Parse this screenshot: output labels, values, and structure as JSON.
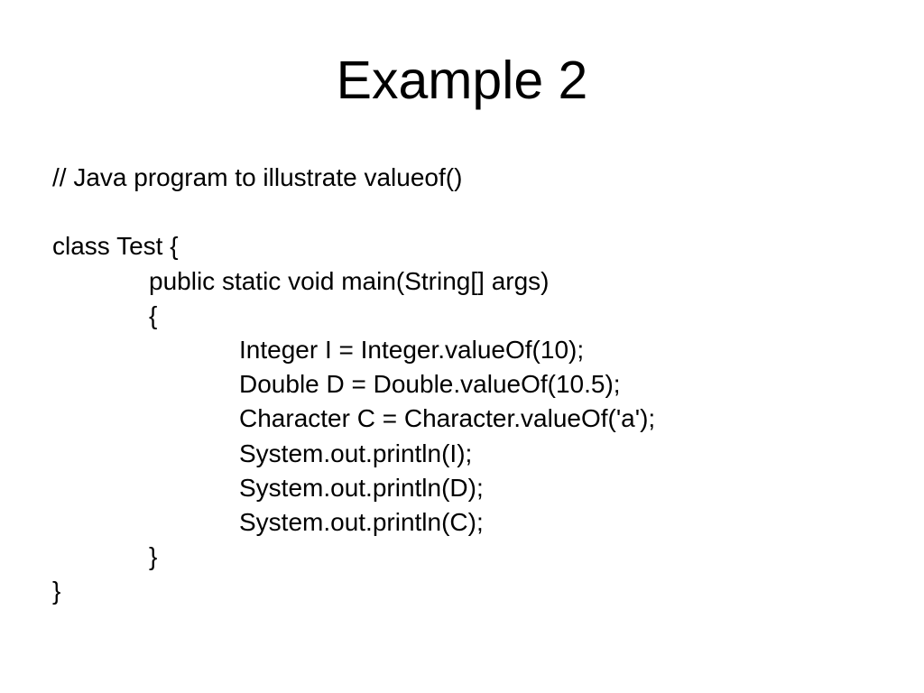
{
  "slide": {
    "title": "Example 2",
    "background_color": "#ffffff",
    "text_color": "#000000"
  },
  "code": {
    "language": "java",
    "lines": [
      {
        "indent": 0,
        "text": "// Java program to illustrate valueof()"
      },
      {
        "indent": 0,
        "text": ""
      },
      {
        "indent": 0,
        "text": "class Test {"
      },
      {
        "indent": 1,
        "text": "public static void main(String[] args)"
      },
      {
        "indent": 1,
        "text": "{"
      },
      {
        "indent": 2,
        "text": "Integer I = Integer.valueOf(10);"
      },
      {
        "indent": 2,
        "text": "Double D = Double.valueOf(10.5);"
      },
      {
        "indent": 2,
        "text": "Character C = Character.valueOf('a');"
      },
      {
        "indent": 2,
        "text": "System.out.println(I);"
      },
      {
        "indent": 2,
        "text": "System.out.println(D);"
      },
      {
        "indent": 2,
        "text": "System.out.println(C);"
      },
      {
        "indent": 1,
        "text": "}"
      },
      {
        "indent": 0,
        "text": "}"
      }
    ]
  }
}
